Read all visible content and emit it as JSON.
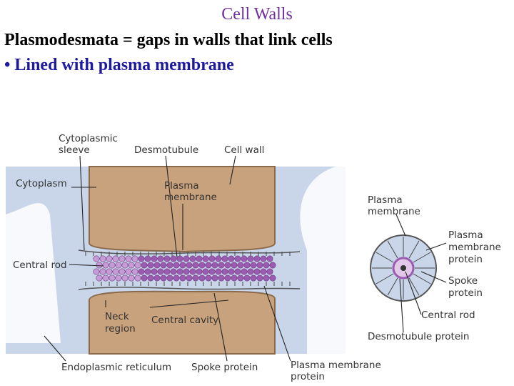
{
  "slide": {
    "title": "Cell Walls",
    "line1": "Plasmodesmata = gaps in walls that link cells",
    "bullet": "•",
    "line2": "Lined with plasma membrane"
  },
  "diagram": {
    "labels": {
      "cytoplasmic_sleeve_1": "Cytoplasmic",
      "cytoplasmic_sleeve_2": "sleeve",
      "desmotubule": "Desmotubule",
      "cell_wall": "Cell wall",
      "cytoplasm": "Cytoplasm",
      "plasma_membrane_a1": "Plasma",
      "plasma_membrane_a2": "membrane",
      "central_rod_left": "Central rod",
      "neck_region_1": "Neck",
      "neck_region_2": "region",
      "central_cavity": "Central cavity",
      "endoplasmic_reticulum": "Endoplasmic reticulum",
      "spoke_protein_bottom": "Spoke protein",
      "pm_protein_bottom_1": "Plasma membrane",
      "pm_protein_bottom_2": "protein",
      "plasma_membrane_b1": "Plasma",
      "plasma_membrane_b2": "membrane",
      "pm_protein_right_1": "Plasma",
      "pm_protein_right_2": "membrane",
      "pm_protein_right_3": "protein",
      "spoke_protein_right_1": "Spoke",
      "spoke_protein_right_2": "protein",
      "central_rod_right": "Central rod",
      "desmotubule_protein": "Desmotubule protein"
    },
    "colors": {
      "wall": "#c8a27c",
      "wall_edge": "#8a6a4a",
      "cytoplasm": "#c9d6ea",
      "membrane": "#555555",
      "protein": "#b98ec9",
      "tubule": "#9a5bb0"
    }
  }
}
